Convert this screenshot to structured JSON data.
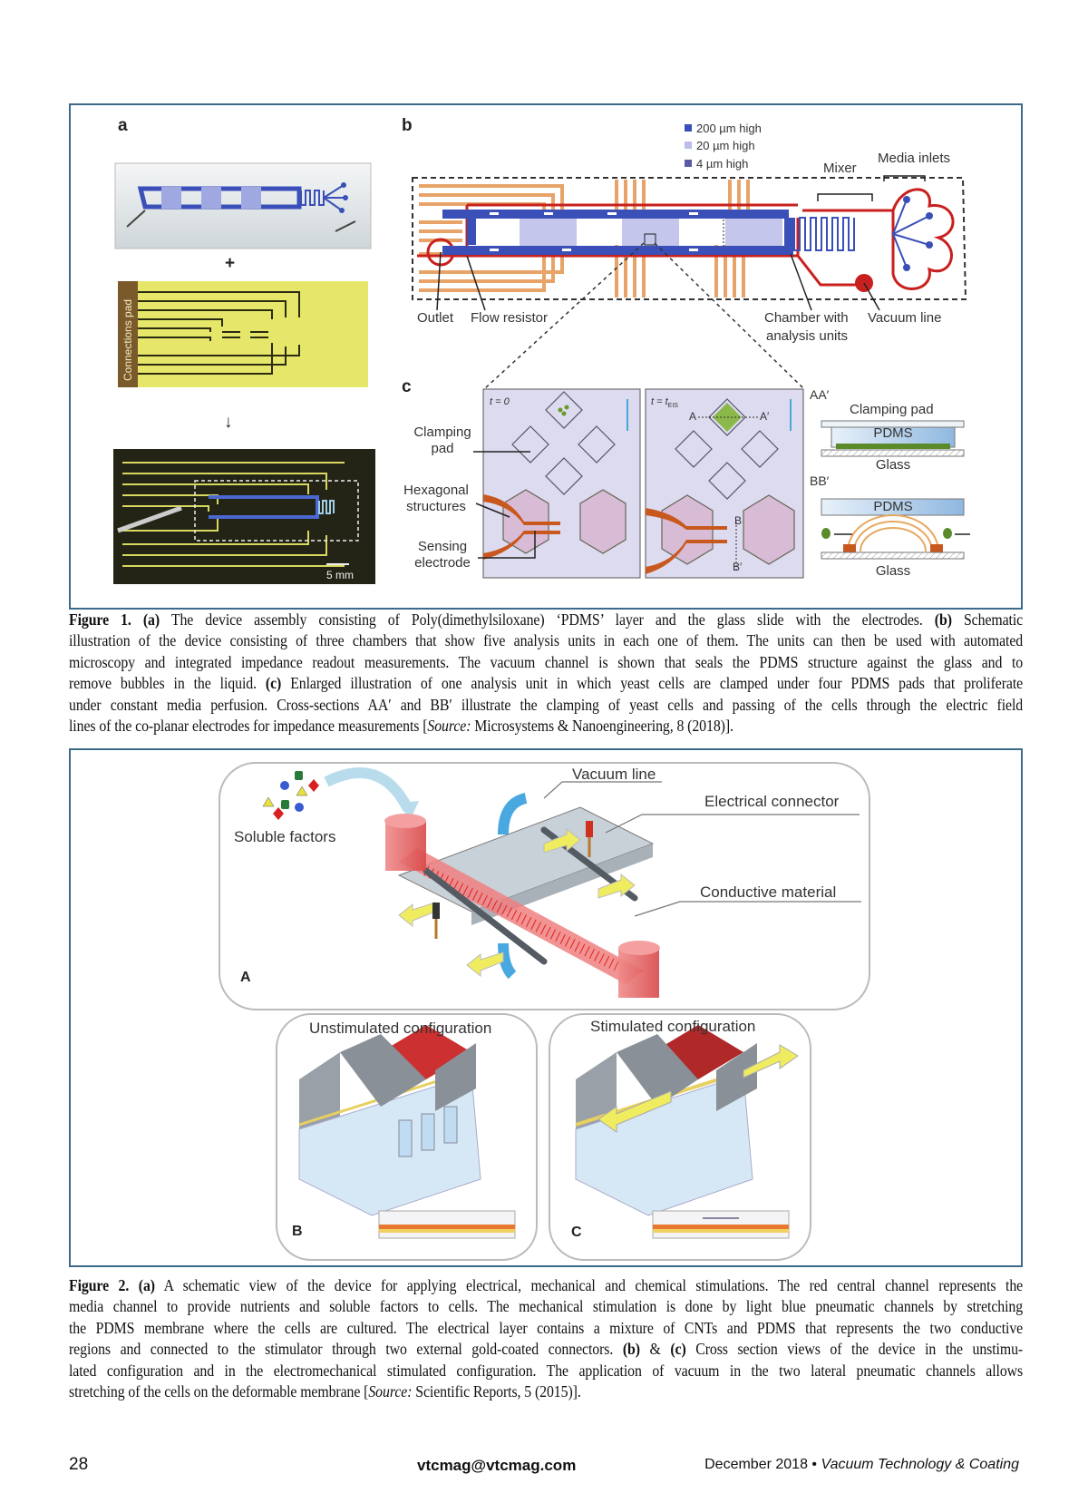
{
  "figure1": {
    "panel_a": {
      "letter": "a",
      "plus": "+",
      "arrow": "↓",
      "connections_pad": "Connections pad",
      "scale_bar": "5 mm"
    },
    "panel_b": {
      "letter": "b",
      "legend": [
        {
          "label": "200 µm high",
          "color": "#3a4fb8"
        },
        {
          "label": "20 µm high",
          "color": "#b9bde8"
        },
        {
          "label": "4 µm high",
          "color": "#5a5aa8"
        }
      ],
      "labels": {
        "mixer": "Mixer",
        "media_inlets": "Media inlets",
        "outlet": "Outlet",
        "flow_resistor": "Flow resistor",
        "chamber_line1": "Chamber with",
        "chamber_line2": "analysis units",
        "vacuum_line": "Vacuum line"
      }
    },
    "panel_c": {
      "letter": "c",
      "clamping_pad_1": "Clamping",
      "clamping_pad_2": "pad",
      "hexagonal_1": "Hexagonal",
      "hexagonal_2": "structures",
      "sensing_1": "Sensing",
      "sensing_2": "electrode",
      "t0": "t = 0",
      "teis": "t = t",
      "teis_sub": "EIS",
      "a": "A",
      "a_prime": "A′",
      "b": "B",
      "b_prime": "B′",
      "aa_prime": "AA′",
      "bb_prime": "BB′",
      "clamping_pad_right": "Clamping pad",
      "pdms_1": "PDMS",
      "glass_1": "Glass",
      "pdms_2": "PDMS",
      "glass_2": "Glass"
    },
    "caption": [
      [
        {
          "t": "Figure 1. (a)",
          "s": "b"
        },
        {
          "t": " The device assembly consisting of Poly(dimethylsiloxane) ‘PDMS’ layer and the glass slide with the electrodes. "
        },
        {
          "t": "(b)",
          "s": "b"
        },
        {
          "t": " Schematic"
        }
      ],
      [
        {
          "t": "illustration of the device consisting of three chambers that show five analysis units in each one of them. The units can then be used with automated"
        }
      ],
      [
        {
          "t": "microscopy and integrated impedance readout measurements. The vacuum channel is shown that seals the PDMS structure against the glass and to"
        }
      ],
      [
        {
          "t": "remove bubbles in the liquid. "
        },
        {
          "t": "(c)",
          "s": "b"
        },
        {
          "t": " Enlarged illustration of one analysis unit in which yeast cells are clamped under four PDMS pads that proliferate"
        }
      ],
      [
        {
          "t": "under constant media perfusion. Cross-sections AA′ and BB′ illustrate the clamping of yeast cells and passing of the cells through the electric field"
        }
      ],
      [
        {
          "t": "lines of the co-planar electrodes for impedance measurements ["
        },
        {
          "t": "Source:",
          "s": "i"
        },
        {
          "t": " Microsystems & Nanoengineering, 8 (2018)]."
        }
      ]
    ]
  },
  "figure2": {
    "panel_a": {
      "letter": "A",
      "soluble_factors": "Soluble factors",
      "vacuum_line": "Vacuum line",
      "electrical_connector": "Electrical connector",
      "conductive_material": "Conductive material"
    },
    "panel_b": {
      "letter": "B",
      "title": "Unstimulated configuration"
    },
    "panel_c": {
      "letter": "C",
      "title": "Stimulated configuration"
    },
    "caption": [
      [
        {
          "t": "Figure 2. (a)",
          "s": "b"
        },
        {
          "t": " A schematic view of the device for applying electrical, mechanical and chemical stimulations. The red central channel represents the"
        }
      ],
      [
        {
          "t": "media channel to provide nutrients and soluble factors to cells. The mechanical stimulation is done by light blue pneumatic channels by stretching"
        }
      ],
      [
        {
          "t": "the PDMS membrane where the cells are cultured. The electrical layer contains a mixture of CNTs and PDMS that represents the two conductive"
        }
      ],
      [
        {
          "t": "regions and connected to the stimulator through two external gold-coated connectors. "
        },
        {
          "t": "(b)",
          "s": "b"
        },
        {
          "t": " & "
        },
        {
          "t": "(c)",
          "s": "b"
        },
        {
          "t": " Cross section views of the device in the unstimu-"
        }
      ],
      [
        {
          "t": "lated configuration and in the electromechanical stimulated configuration. The application of vacuum in the two lateral pneumatic channels allows"
        }
      ],
      [
        {
          "t": "stretching of the cells on the deformable membrane ["
        },
        {
          "t": "Source:",
          "s": "i"
        },
        {
          "t": " Scientific Reports, 5 (2015)]."
        }
      ]
    ]
  },
  "footer": {
    "page_number": "28",
    "email": "vtcmag@vtcmag.com",
    "date": "December 2018",
    "bullet": "•",
    "publication": "Vacuum Technology & Coating"
  }
}
